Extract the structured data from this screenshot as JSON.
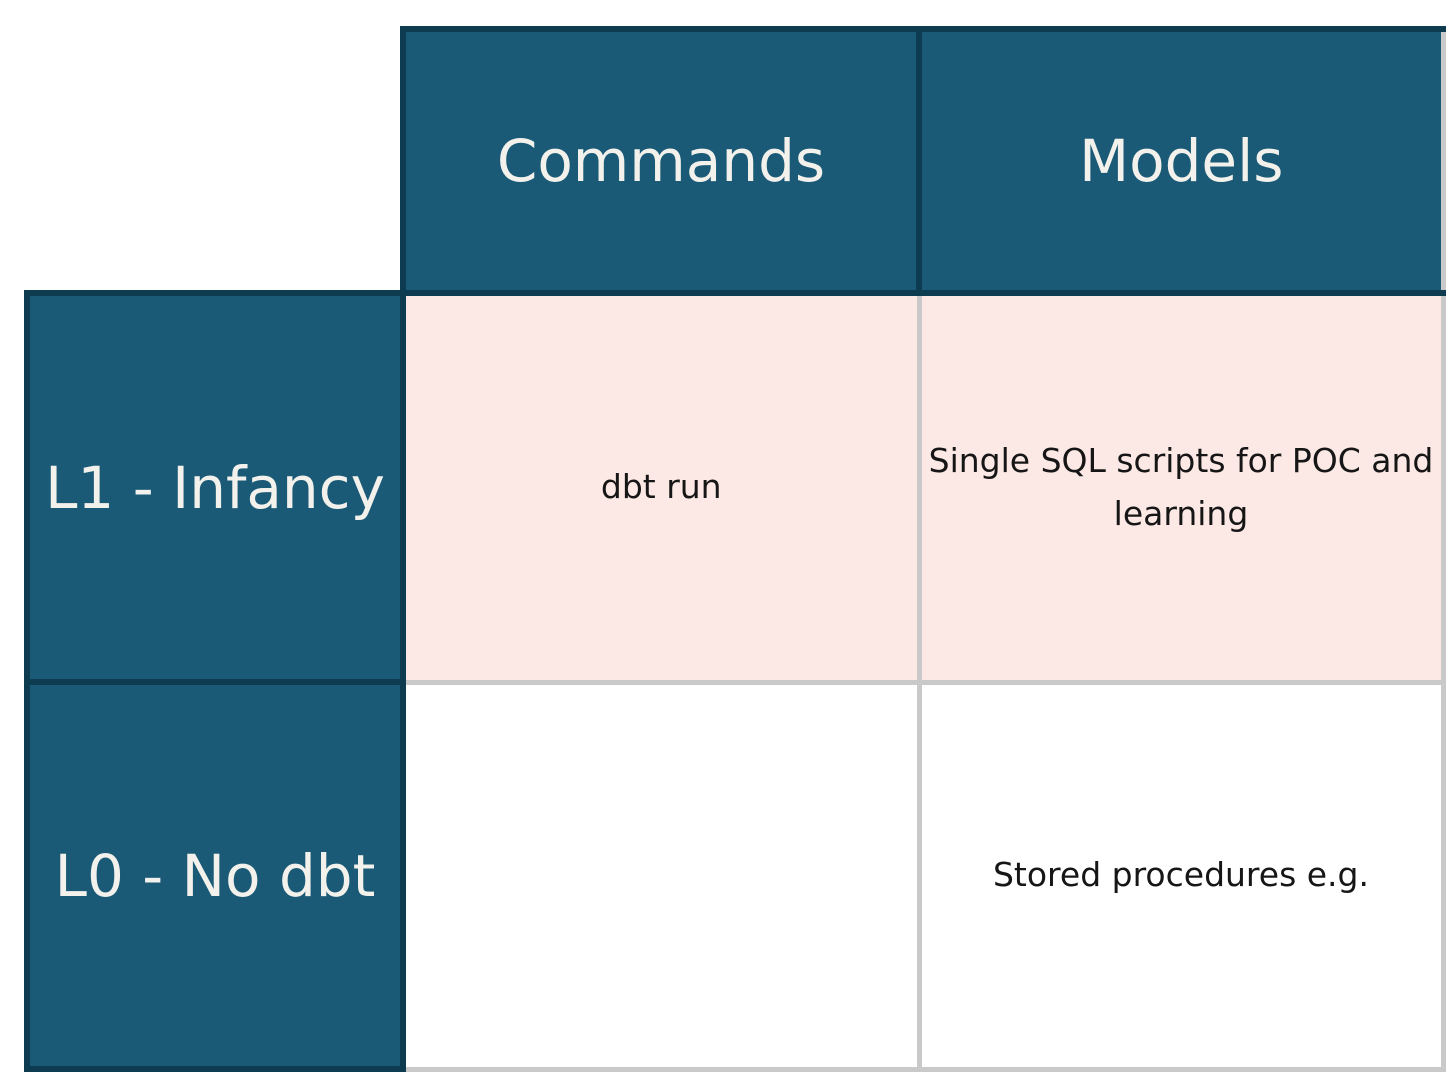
{
  "slide": {
    "background": "#ffffff"
  },
  "colors": {
    "header_fill": "#1a5a76",
    "header_border": "#0d3b4f",
    "header_text": "#f3f1ec",
    "highlight_fill": "#fce9e5",
    "plain_fill": "#ffffff",
    "grid_line": "#c9c9c9",
    "body_text": "#161616"
  },
  "table": {
    "corner": "",
    "columns": [
      {
        "label": "Commands"
      },
      {
        "label": "Models"
      }
    ],
    "rows": [
      {
        "label": "L1 - Infancy",
        "highlighted": true,
        "cells": [
          "dbt run",
          "Single SQL scripts for POC and learning"
        ]
      },
      {
        "label": "L0 - No dbt",
        "highlighted": false,
        "cells": [
          "",
          "Stored procedures e.g."
        ]
      }
    ]
  }
}
